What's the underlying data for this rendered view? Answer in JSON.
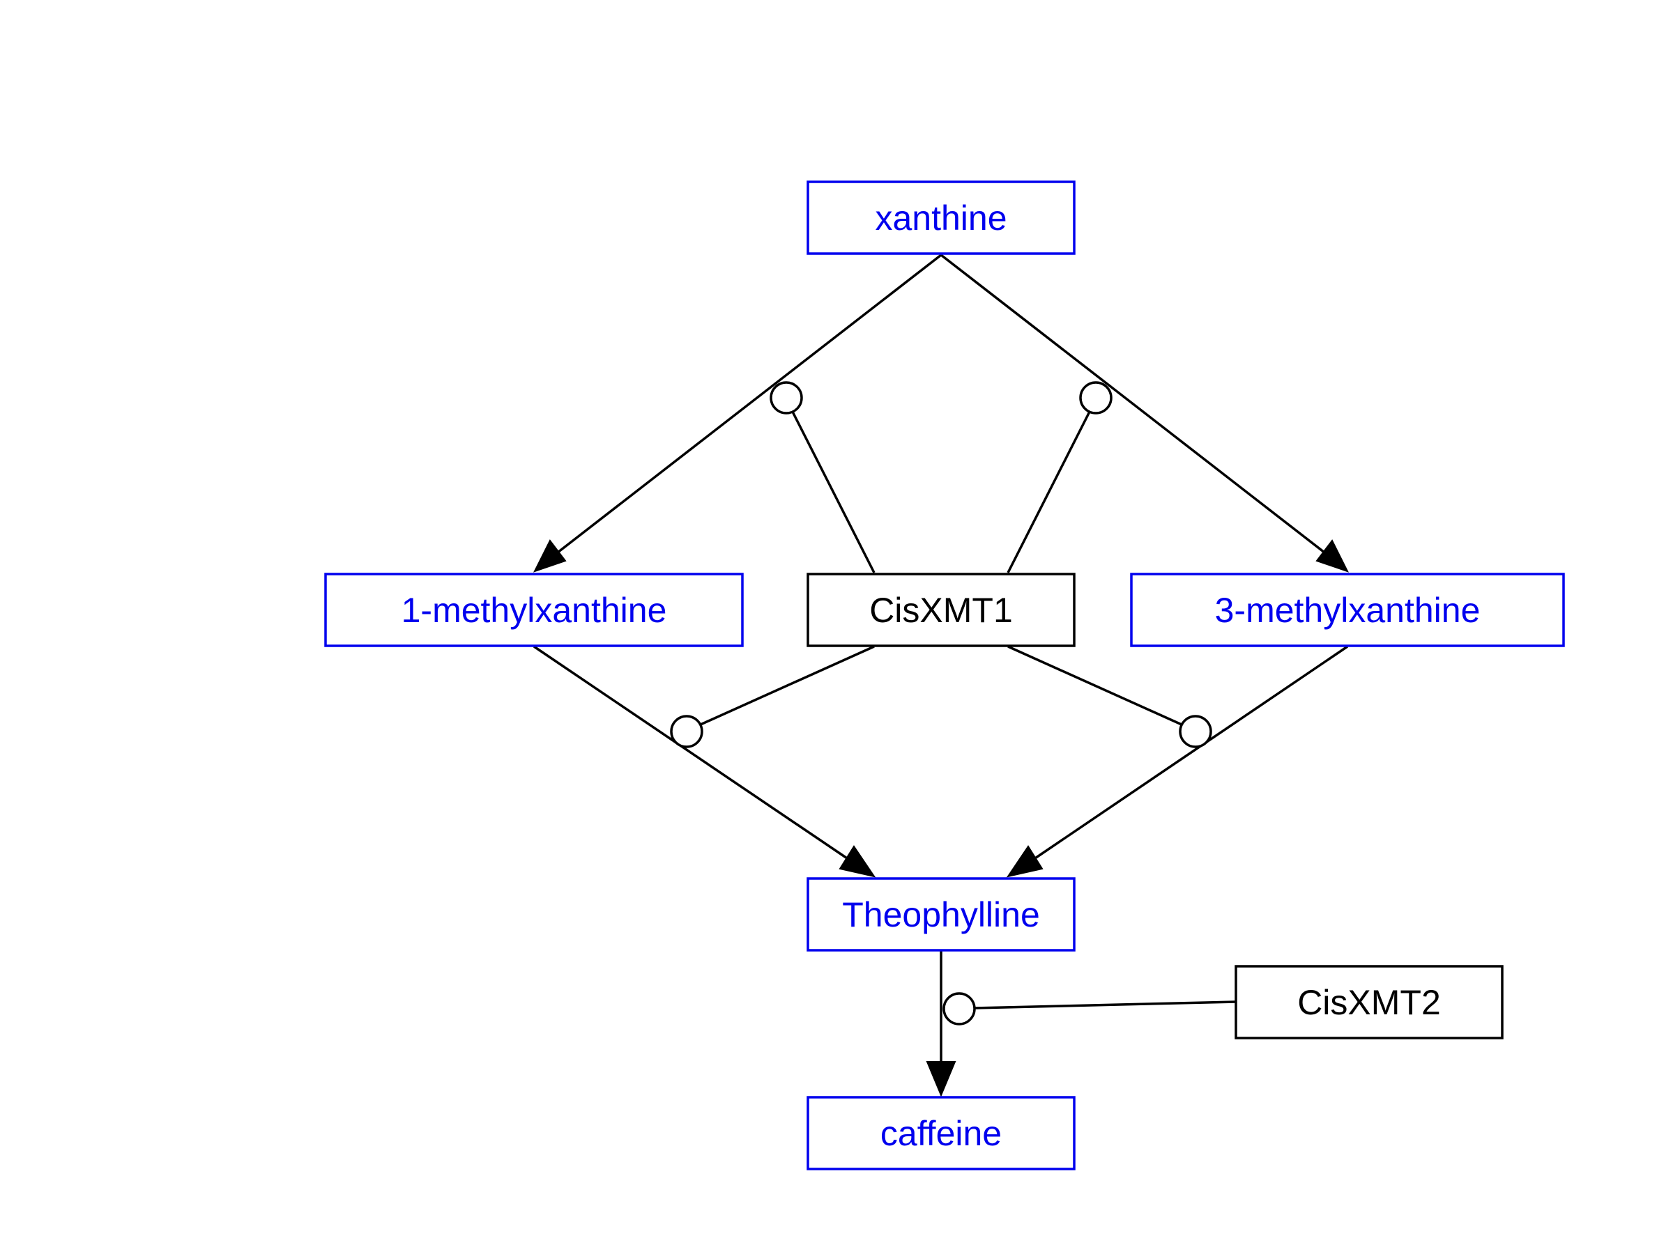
{
  "colors": {
    "metabolite": "#0000ee",
    "enzyme": "#000000",
    "edge": "#000000"
  },
  "nodes": {
    "xanthine": {
      "label": "xanthine",
      "kind": "metabolite"
    },
    "methylxanthine_1": {
      "label": "1-methylxanthine",
      "kind": "metabolite"
    },
    "cisxmt1": {
      "label": "CisXMT1",
      "kind": "enzyme"
    },
    "methylxanthine_3": {
      "label": "3-methylxanthine",
      "kind": "metabolite"
    },
    "theophylline": {
      "label": "Theophylline",
      "kind": "metabolite"
    },
    "cisxmt2": {
      "label": "CisXMT2",
      "kind": "enzyme"
    },
    "caffeine": {
      "label": "caffeine",
      "kind": "metabolite"
    }
  },
  "reactions": [
    {
      "from": "xanthine",
      "to": "methylxanthine_1",
      "catalyst": "cisxmt1"
    },
    {
      "from": "xanthine",
      "to": "methylxanthine_3",
      "catalyst": "cisxmt1"
    },
    {
      "from": "methylxanthine_1",
      "to": "theophylline",
      "catalyst": "cisxmt1"
    },
    {
      "from": "methylxanthine_3",
      "to": "theophylline",
      "catalyst": "cisxmt1"
    },
    {
      "from": "theophylline",
      "to": "caffeine",
      "catalyst": "cisxmt2"
    }
  ]
}
